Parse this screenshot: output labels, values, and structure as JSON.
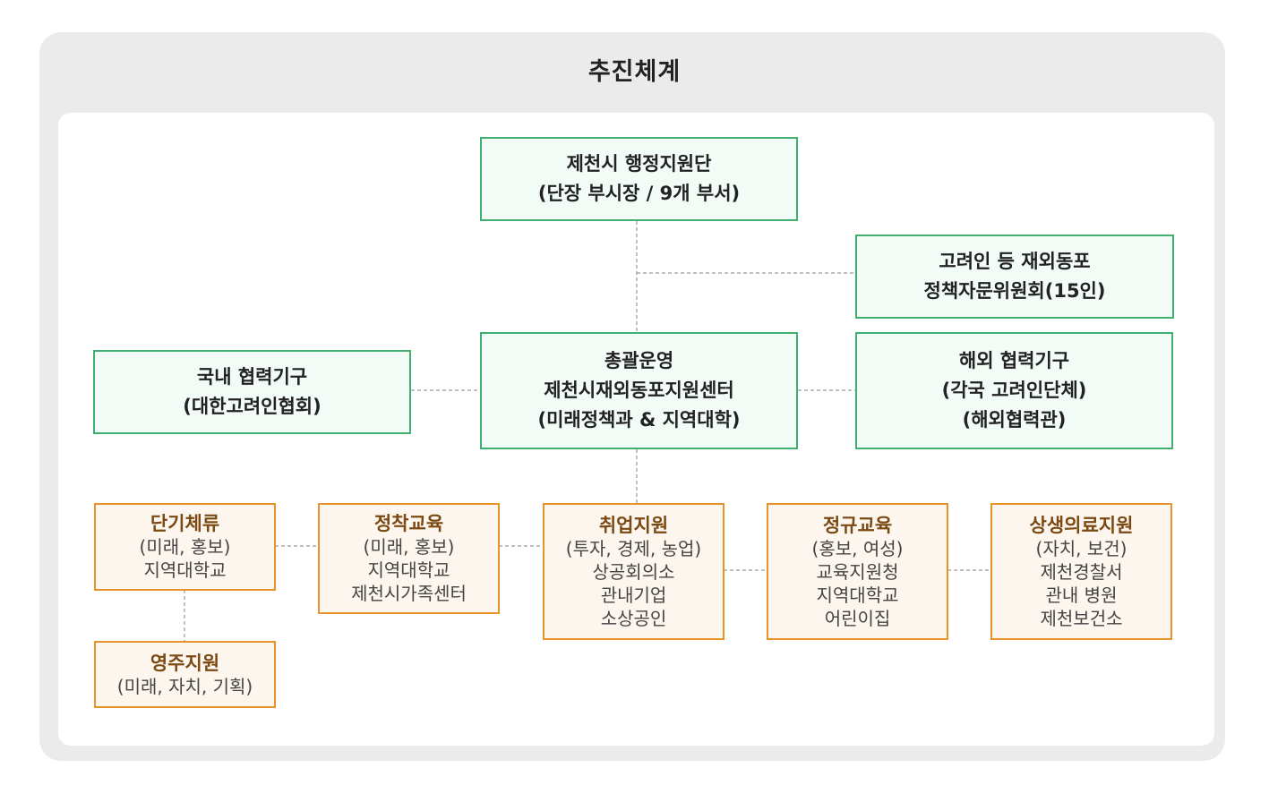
{
  "title": "추진체계",
  "top_box": {
    "line1": "제천시 행정지원단",
    "line2": "(단장 부시장 / 9개 부서)"
  },
  "committee_box": {
    "line1": "고려인 등 재외동포",
    "line2": "정책자문위원회(15인)"
  },
  "center_box": {
    "line1": "총괄운영",
    "line2": "제천시재외동포지원센터",
    "line3": "(미래정책과 & 지역대학)"
  },
  "domestic_box": {
    "line1": "국내 협력기구",
    "line2": "(대한고려인협회)"
  },
  "overseas_box": {
    "line1": "해외 협력기구",
    "line2": "(각국 고려인단체)",
    "line3": "(해외협력관)"
  },
  "programs": {
    "short_stay": {
      "head": "단기체류",
      "lines": [
        "(미래, 홍보)",
        "지역대학교"
      ]
    },
    "settlement": {
      "head": "정착교육",
      "lines": [
        "(미래, 홍보)",
        "지역대학교",
        "제천시가족센터"
      ]
    },
    "employment": {
      "head": "취업지원",
      "lines": [
        "(투자, 경제, 농업)",
        "상공회의소",
        "관내기업",
        "소상공인"
      ]
    },
    "regular_edu": {
      "head": "정규교육",
      "lines": [
        "(홍보, 여성)",
        "교육지원청",
        "지역대학교",
        "어린이집"
      ]
    },
    "medical": {
      "head": "상생의료지원",
      "lines": [
        "(자치, 보건)",
        "제천경찰서",
        "관내 병원",
        "제천보건소"
      ]
    },
    "residency": {
      "head": "영주지원",
      "lines": [
        "(미래, 자치, 기획)"
      ]
    }
  },
  "colors": {
    "green_border": "#3fb06f",
    "green_fill": "#f3fbf6",
    "orange_border": "#e8932a",
    "orange_fill": "#fdf6ee",
    "background": "#ebebeb"
  }
}
